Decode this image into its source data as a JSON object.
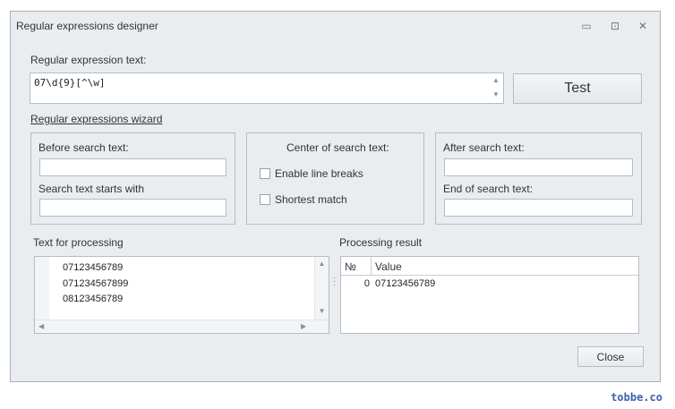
{
  "window": {
    "title": "Regular expressions designer",
    "controls": {
      "minimize": "▭",
      "maximize": "⊡",
      "close": "✕"
    }
  },
  "regex": {
    "label": "Regular expression text:",
    "value": "07\\d{9}[^\\w]",
    "test_label": "Test"
  },
  "wizard": {
    "link_label": "Regular expressions wizard",
    "before": {
      "label": "Before search text:",
      "value": "",
      "starts_label": "Search text starts with",
      "starts_value": ""
    },
    "center": {
      "label": "Center of search text:",
      "line_breaks_label": "Enable line breaks",
      "line_breaks_checked": false,
      "shortest_label": "Shortest match",
      "shortest_checked": false
    },
    "after": {
      "label": "After search text:",
      "value": "",
      "end_label": "End of search text:",
      "end_value": ""
    }
  },
  "processing": {
    "label": "Text for processing",
    "lines": [
      "07123456789",
      "071234567899",
      "08123456789"
    ]
  },
  "result": {
    "label": "Processing result",
    "columns": [
      "№",
      "Value"
    ],
    "rows": [
      {
        "num": "0",
        "value": "07123456789"
      }
    ]
  },
  "close_label": "Close",
  "watermark": "tobbe.co",
  "colors": {
    "window_bg": "#eaedf0",
    "border": "#b5bcc4",
    "watermark": "#3b64a8"
  }
}
